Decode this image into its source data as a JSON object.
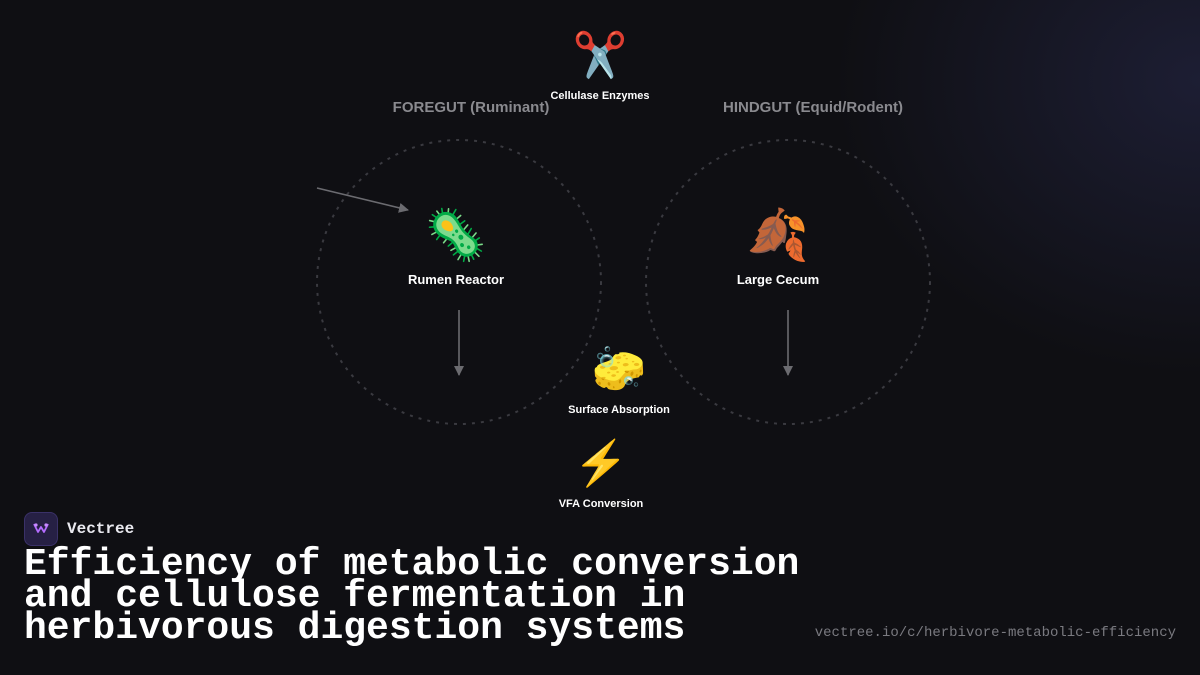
{
  "diagram": {
    "regions": [
      {
        "label": "FOREGUT (Ruminant)"
      },
      {
        "label": "HINDGUT (Equid/Rodent)"
      }
    ],
    "nodes": {
      "cellulase": {
        "icon": "scissors-icon",
        "glyph": "✂️",
        "label": "Cellulase Enzymes"
      },
      "rumen": {
        "icon": "microbe-icon",
        "glyph": "🦠",
        "label": "Rumen Reactor"
      },
      "cecum": {
        "icon": "fallen-leaves-icon",
        "glyph": "🍂",
        "label": "Large Cecum"
      },
      "absorption": {
        "icon": "sponge-icon",
        "glyph": "🧽",
        "label": "Surface Absorption"
      },
      "vfa": {
        "icon": "lightning-icon",
        "glyph": "⚡",
        "label": "VFA Conversion"
      }
    },
    "colors": {
      "node_label": "#ffffff",
      "region_label": "#8a8a8f",
      "arrow": "#6b6b70",
      "region_outline": "#3a3a40"
    }
  },
  "brand": {
    "name": "Vectree"
  },
  "footer": {
    "title": "Efficiency of metabolic conversion and cellulose fermentation in herbivorous digestion systems",
    "url": "vectree.io/c/herbivore-metabolic-efficiency"
  }
}
